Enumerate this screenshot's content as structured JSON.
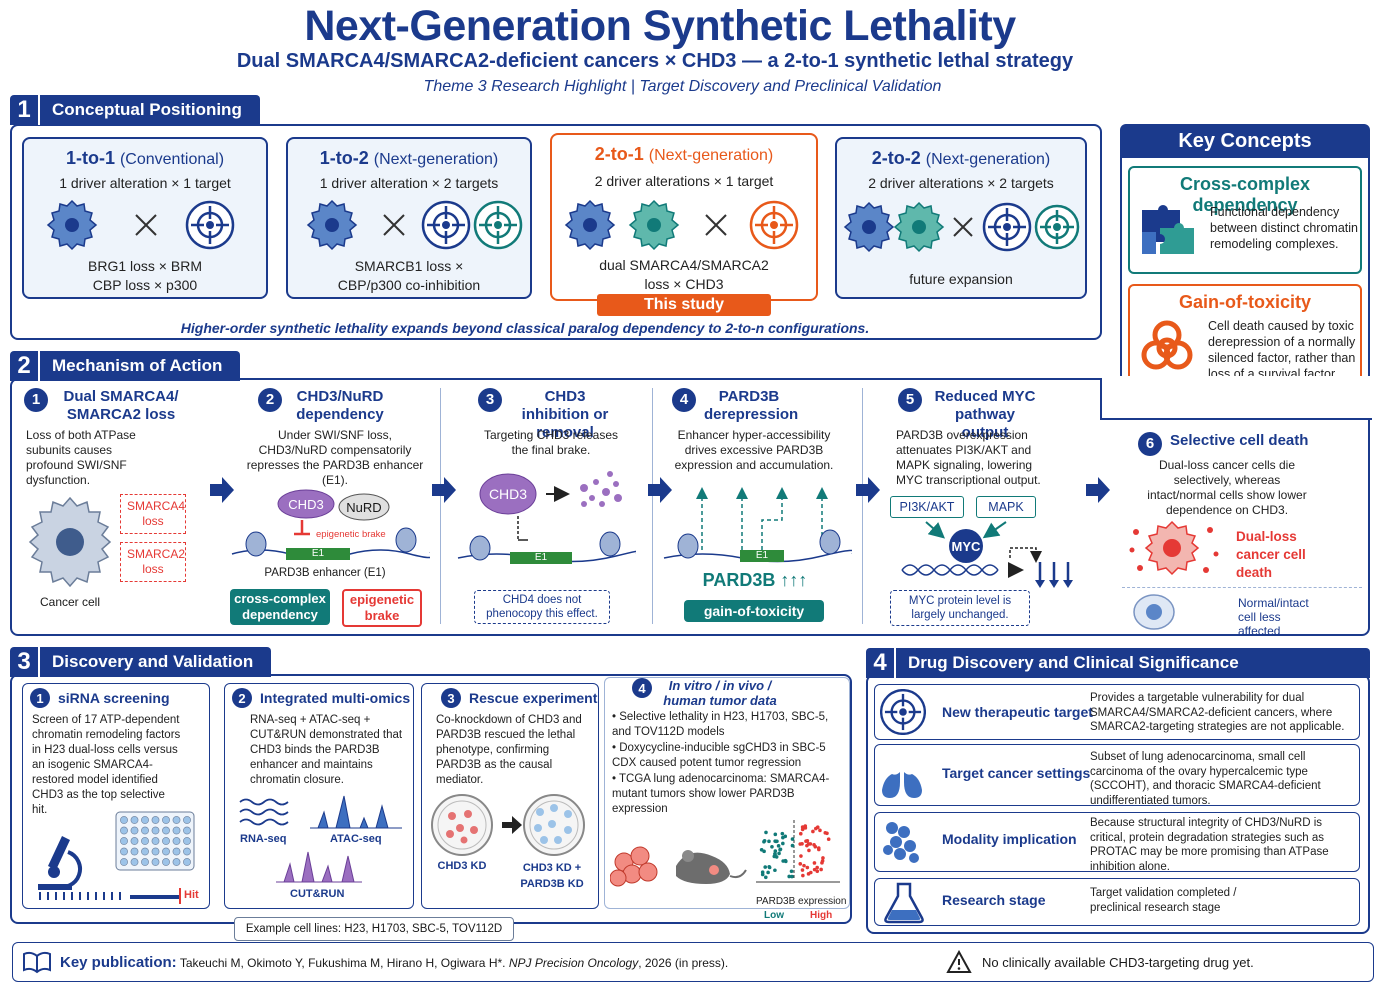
{
  "header": {
    "title": "Next-Generation Synthetic Lethality",
    "subtitle": "Dual SMARCA4/SMARCA2-deficient cancers × CHD3 — a 2-to-1 synthetic lethal strategy",
    "tagline": "Theme 3 Research Highlight | Target Discovery and Preclinical Validation"
  },
  "section1": {
    "num": "1",
    "label": "Conceptual Positioning",
    "cards": [
      {
        "title_main": "1-to-1",
        "title_paren": "(Conventional)",
        "sub": "1 driver alteration × 1 target",
        "foot1": "BRG1 loss × BRM",
        "foot2": "CBP loss × p300"
      },
      {
        "title_main": "1-to-2",
        "title_paren": "(Next-generation)",
        "sub": "1 driver alteration × 2 targets",
        "foot1": "SMARCB1 loss ×",
        "foot2": "CBP/p300 co-inhibition"
      },
      {
        "title_main": "2-to-1",
        "title_paren": "(Next-generation)",
        "sub": "2 driver alterations × 1 target",
        "foot1": "dual SMARCA4/SMARCA2",
        "foot2": "loss × CHD3",
        "badge": "This study"
      },
      {
        "title_main": "2-to-2",
        "title_paren": "(Next-generation)",
        "sub": "2 driver alterations × 2 targets",
        "foot1": "future expansion",
        "foot2": ""
      }
    ],
    "times": "×",
    "note": "Higher-order synthetic lethality expands beyond classical paralog dependency to 2-to-n configurations."
  },
  "key_concepts": {
    "title": "Key Concepts",
    "items": [
      {
        "title": "Cross-complex dependency",
        "text": "Functional dependency between distinct chromatin remodeling complexes."
      },
      {
        "title": "Gain-of-toxicity",
        "text": "Cell death caused by toxic derepression of a normally silenced factor, rather than loss of a survival factor."
      }
    ]
  },
  "section2": {
    "num": "2",
    "label": "Mechanism of Action",
    "steps": [
      {
        "n": "1",
        "title": "Dual SMARCA4/ SMARCA2 loss",
        "text": "Loss of both ATPase subunits causes profound SWI/SNF dysfunction.",
        "tag1": "SMARCA4 loss",
        "tag2": "SMARCA2 loss",
        "cell_label": "Cancer cell"
      },
      {
        "n": "2",
        "title": "CHD3/NuRD dependency",
        "text": "Under SWI/SNF loss, CHD3/NuRD compensatorily represses the PARD3B enhancer (E1).",
        "chd3": "CHD3",
        "nurd": "NuRD",
        "brake": "epigenetic brake",
        "e1": "E1",
        "enh": "PARD3B enhancer (E1)",
        "pill1": "cross-complex dependency",
        "pill2": "epigenetic brake"
      },
      {
        "n": "3",
        "title": "CHD3 inhibition or removal",
        "text": "Targeting CHD3 releases the final brake.",
        "chd3": "CHD3",
        "e1": "E1",
        "note": "CHD4 does not phenocopy this effect."
      },
      {
        "n": "4",
        "title": "PARD3B derepression",
        "text": "Enhancer hyper-accessibility drives excessive PARD3B expression and accumulation.",
        "e1": "E1",
        "pard3b": "PARD3B ↑↑↑",
        "pill": "gain-of-toxicity"
      },
      {
        "n": "5",
        "title": "Reduced MYC pathway output",
        "text": "PARD3B overexpression attenuates PI3K/AKT and MAPK signaling, lowering MYC transcriptional output.",
        "pi3k": "PI3K/AKT",
        "mapk": "MAPK",
        "myc": "MYC",
        "note": "MYC protein level is largely unchanged."
      },
      {
        "n": "6",
        "title": "Selective cell death",
        "text": "Dual-loss cancer cells die selectively, whereas intact/normal cells show lower dependence on CHD3.",
        "dead": "Dual-loss cancer cell death",
        "normal": "Normal/intact cell less affected"
      }
    ]
  },
  "section3": {
    "num": "3",
    "label": "Discovery and Validation",
    "panels": [
      {
        "n": "1",
        "title": "siRNA screening",
        "text": "Screen of 17 ATP-dependent chromatin remodeling factors in H23 dual-loss cells versus an isogenic SMARCA4-restored model identified CHD3 as the top selective hit.",
        "hit": "Hit"
      },
      {
        "n": "2",
        "title": "Integrated multi-omics",
        "text": "RNA-seq + ATAC-seq + CUT&RUN demonstrated that CHD3 binds the PARD3B enhancer and maintains chromatin closure.",
        "l1": "RNA-seq",
        "l2": "ATAC-seq",
        "l3": "CUT&RUN"
      },
      {
        "n": "3",
        "title": "Rescue experiment",
        "text": "Co-knockdown of CHD3 and PARD3B rescued the lethal phenotype, confirming PARD3B as the causal mediator.",
        "l1": "CHD3 KD",
        "l2": "CHD3 KD + PARD3B KD"
      },
      {
        "n": "4",
        "title": "In vitro / in vivo / human tumor data",
        "bullets": [
          "Selective lethality in H23, H1703, SBC-5, and TOV112D models",
          "Doxycycline-inducible sgCHD3 in SBC-5 CDX caused potent tumor regression",
          "TCGA lung adenocarcinoma: SMARCA4-mutant tumors show lower PARD3B expression"
        ],
        "axis": "PARD3B expression",
        "low": "Low",
        "high": "High"
      }
    ],
    "cell_lines": "Example cell lines: H23, H1703, SBC-5, TOV112D"
  },
  "section4": {
    "num": "4",
    "label": "Drug Discovery and Clinical Significance",
    "rows": [
      {
        "label": "New therapeutic target",
        "icon": "target-icon",
        "desc": "Provides a targetable vulnerability for dual SMARCA4/SMARCA2-deficient cancers, where SMARCA2-targeting strategies are not applicable."
      },
      {
        "label": "Target cancer settings",
        "icon": "lungs-icon",
        "desc": "Subset of lung adenocarcinoma, small cell carcinoma of the ovary hypercalcemic type (SCCOHT), and thoracic SMARCA4-deficient undifferentiated tumors."
      },
      {
        "label": "Modality implication",
        "icon": "protein-icon",
        "desc": "Because structural integrity of CHD3/NuRD is critical, protein degradation strategies such as PROTAC may be more promising than ATPase inhibition alone."
      },
      {
        "label": "Research stage",
        "icon": "flask-icon",
        "desc": "Target validation completed / preclinical research stage"
      }
    ]
  },
  "footer": {
    "pub_label": "Key publication:",
    "pub_text": "Takeuchi M, Okimoto Y, Fukushima M, Hirano H, Ogiwara H*.",
    "journal": "NPJ Precision Oncology",
    "pub_tail": ", 2026 (in press).",
    "warning": "No clinically available CHD3-targeting drug yet."
  },
  "colors": {
    "navy": "#1b3a8c",
    "orange": "#e8591a",
    "teal": "#117a78",
    "red": "#e53935"
  }
}
